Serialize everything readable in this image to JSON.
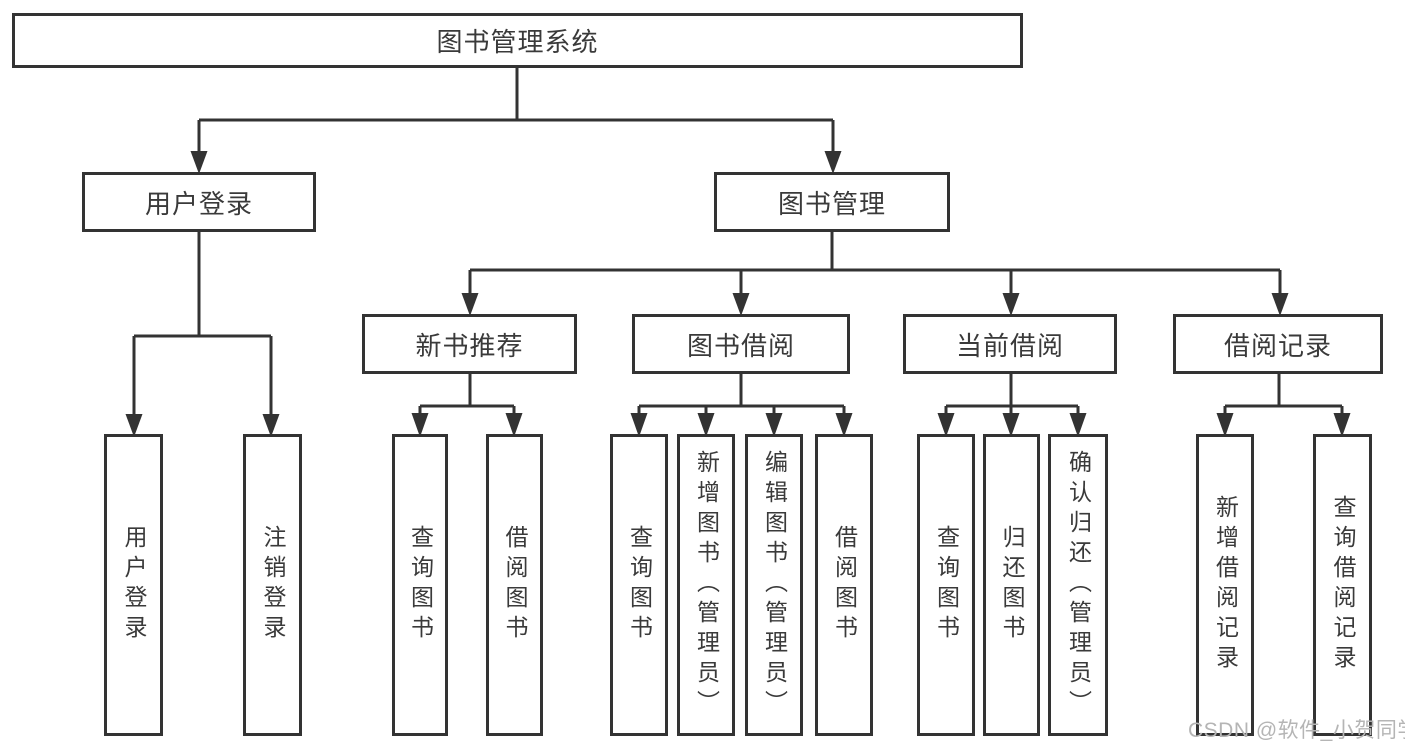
{
  "diagram": {
    "root": {
      "label": "图书管理系统",
      "children": [
        {
          "label": "用户登录",
          "children": [
            {
              "label": "用户登录"
            },
            {
              "label": "注销登录"
            }
          ]
        },
        {
          "label": "图书管理",
          "children": [
            {
              "label": "新书推荐",
              "children": [
                {
                  "label": "查询图书"
                },
                {
                  "label": "借阅图书"
                }
              ]
            },
            {
              "label": "图书借阅",
              "children": [
                {
                  "label": "查询图书"
                },
                {
                  "label": "新增图书（管理员）"
                },
                {
                  "label": "编辑图书（管理员）"
                },
                {
                  "label": "借阅图书"
                }
              ]
            },
            {
              "label": "当前借阅",
              "children": [
                {
                  "label": "查询图书"
                },
                {
                  "label": "归还图书"
                },
                {
                  "label": "确认归还（管理员）"
                }
              ]
            },
            {
              "label": "借阅记录",
              "children": [
                {
                  "label": "新增借阅记录"
                },
                {
                  "label": "查询借阅记录"
                }
              ]
            }
          ]
        }
      ]
    },
    "watermark": "CSDN @软件_小贺同学",
    "colors": {
      "line": "#333333",
      "text": "#3a3a3a",
      "watermark": "#b5b5b5",
      "background": "#ffffff"
    }
  }
}
